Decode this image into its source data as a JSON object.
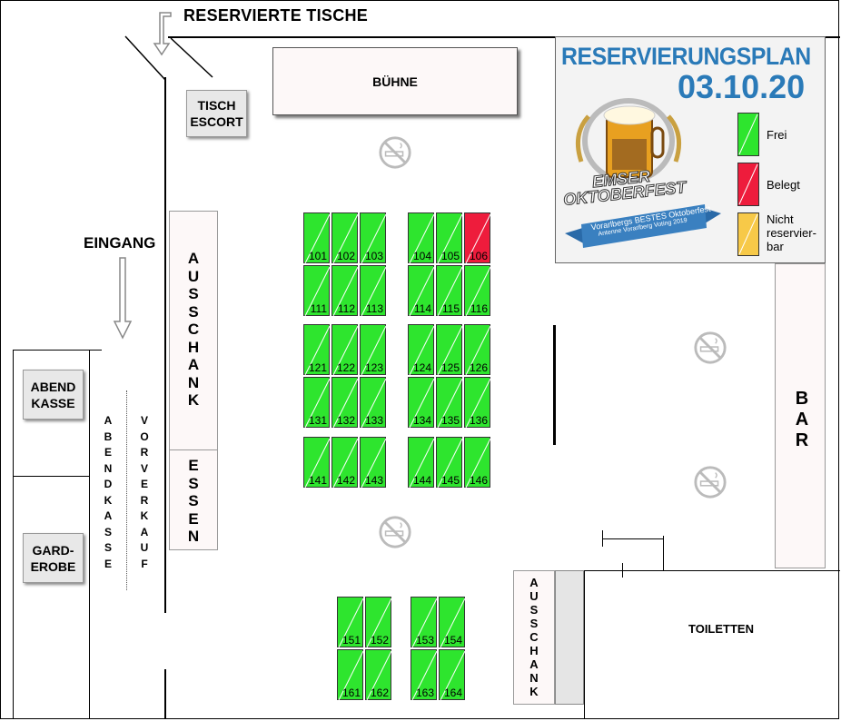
{
  "header": {
    "reserved_label": "RESERVIERTE TISCHE"
  },
  "areas": {
    "entrance": "EINGANG",
    "stage": "BÜHNE",
    "tisch_escort": "TISCH\nESCORT",
    "abendkasse_btn": "ABEND\nKASSE",
    "garderobe_btn": "GARD-\nEROBE",
    "abendkasse_vertical": "ABENDKASSE",
    "vorverkauf_vertical": "VORVERKAUF",
    "ausschank_left": "AUSSCHANK",
    "essen": "ESSEN",
    "ausschank_bottom": "AUSSCHANK",
    "bar": "BAR",
    "toiletten": "TOILETTEN"
  },
  "poster": {
    "title": "RESERVIERUNGSPLAN",
    "date": "03.10.20",
    "brand_line1": "EMSER",
    "brand_line2": "OKTOBERFEST",
    "ribbon_line1": "Vorarlbergs BESTES Oktoberfest",
    "ribbon_line2": "Antenne Vorarlberg Voting 2019"
  },
  "legend": [
    {
      "label": "Frei",
      "status": "frei",
      "color": "#2ee52e"
    },
    {
      "label": "Belegt",
      "status": "belegt",
      "color": "#ee1c3c"
    },
    {
      "label": "Nicht\nreservier-\nbar",
      "status": "na",
      "color": "#f7c948"
    }
  ],
  "tables": [
    {
      "num": "101",
      "status": "frei"
    },
    {
      "num": "102",
      "status": "frei"
    },
    {
      "num": "103",
      "status": "frei"
    },
    {
      "num": "104",
      "status": "frei"
    },
    {
      "num": "105",
      "status": "frei"
    },
    {
      "num": "106",
      "status": "belegt"
    },
    {
      "num": "111",
      "status": "frei"
    },
    {
      "num": "112",
      "status": "frei"
    },
    {
      "num": "113",
      "status": "frei"
    },
    {
      "num": "114",
      "status": "frei"
    },
    {
      "num": "115",
      "status": "frei"
    },
    {
      "num": "116",
      "status": "frei"
    },
    {
      "num": "121",
      "status": "frei"
    },
    {
      "num": "122",
      "status": "frei"
    },
    {
      "num": "123",
      "status": "frei"
    },
    {
      "num": "124",
      "status": "frei"
    },
    {
      "num": "125",
      "status": "frei"
    },
    {
      "num": "126",
      "status": "frei"
    },
    {
      "num": "131",
      "status": "frei"
    },
    {
      "num": "132",
      "status": "frei"
    },
    {
      "num": "133",
      "status": "frei"
    },
    {
      "num": "134",
      "status": "frei"
    },
    {
      "num": "135",
      "status": "frei"
    },
    {
      "num": "136",
      "status": "frei"
    },
    {
      "num": "141",
      "status": "frei"
    },
    {
      "num": "142",
      "status": "frei"
    },
    {
      "num": "143",
      "status": "frei"
    },
    {
      "num": "144",
      "status": "frei"
    },
    {
      "num": "145",
      "status": "frei"
    },
    {
      "num": "146",
      "status": "frei"
    },
    {
      "num": "151",
      "status": "frei"
    },
    {
      "num": "152",
      "status": "frei"
    },
    {
      "num": "153",
      "status": "frei"
    },
    {
      "num": "154",
      "status": "frei"
    },
    {
      "num": "161",
      "status": "frei"
    },
    {
      "num": "162",
      "status": "frei"
    },
    {
      "num": "163",
      "status": "frei"
    },
    {
      "num": "164",
      "status": "frei"
    }
  ],
  "colors": {
    "frei": "#2ee52e",
    "belegt": "#ee1c3c",
    "na": "#f7c948",
    "poster_blue": "#2a7ab8"
  }
}
